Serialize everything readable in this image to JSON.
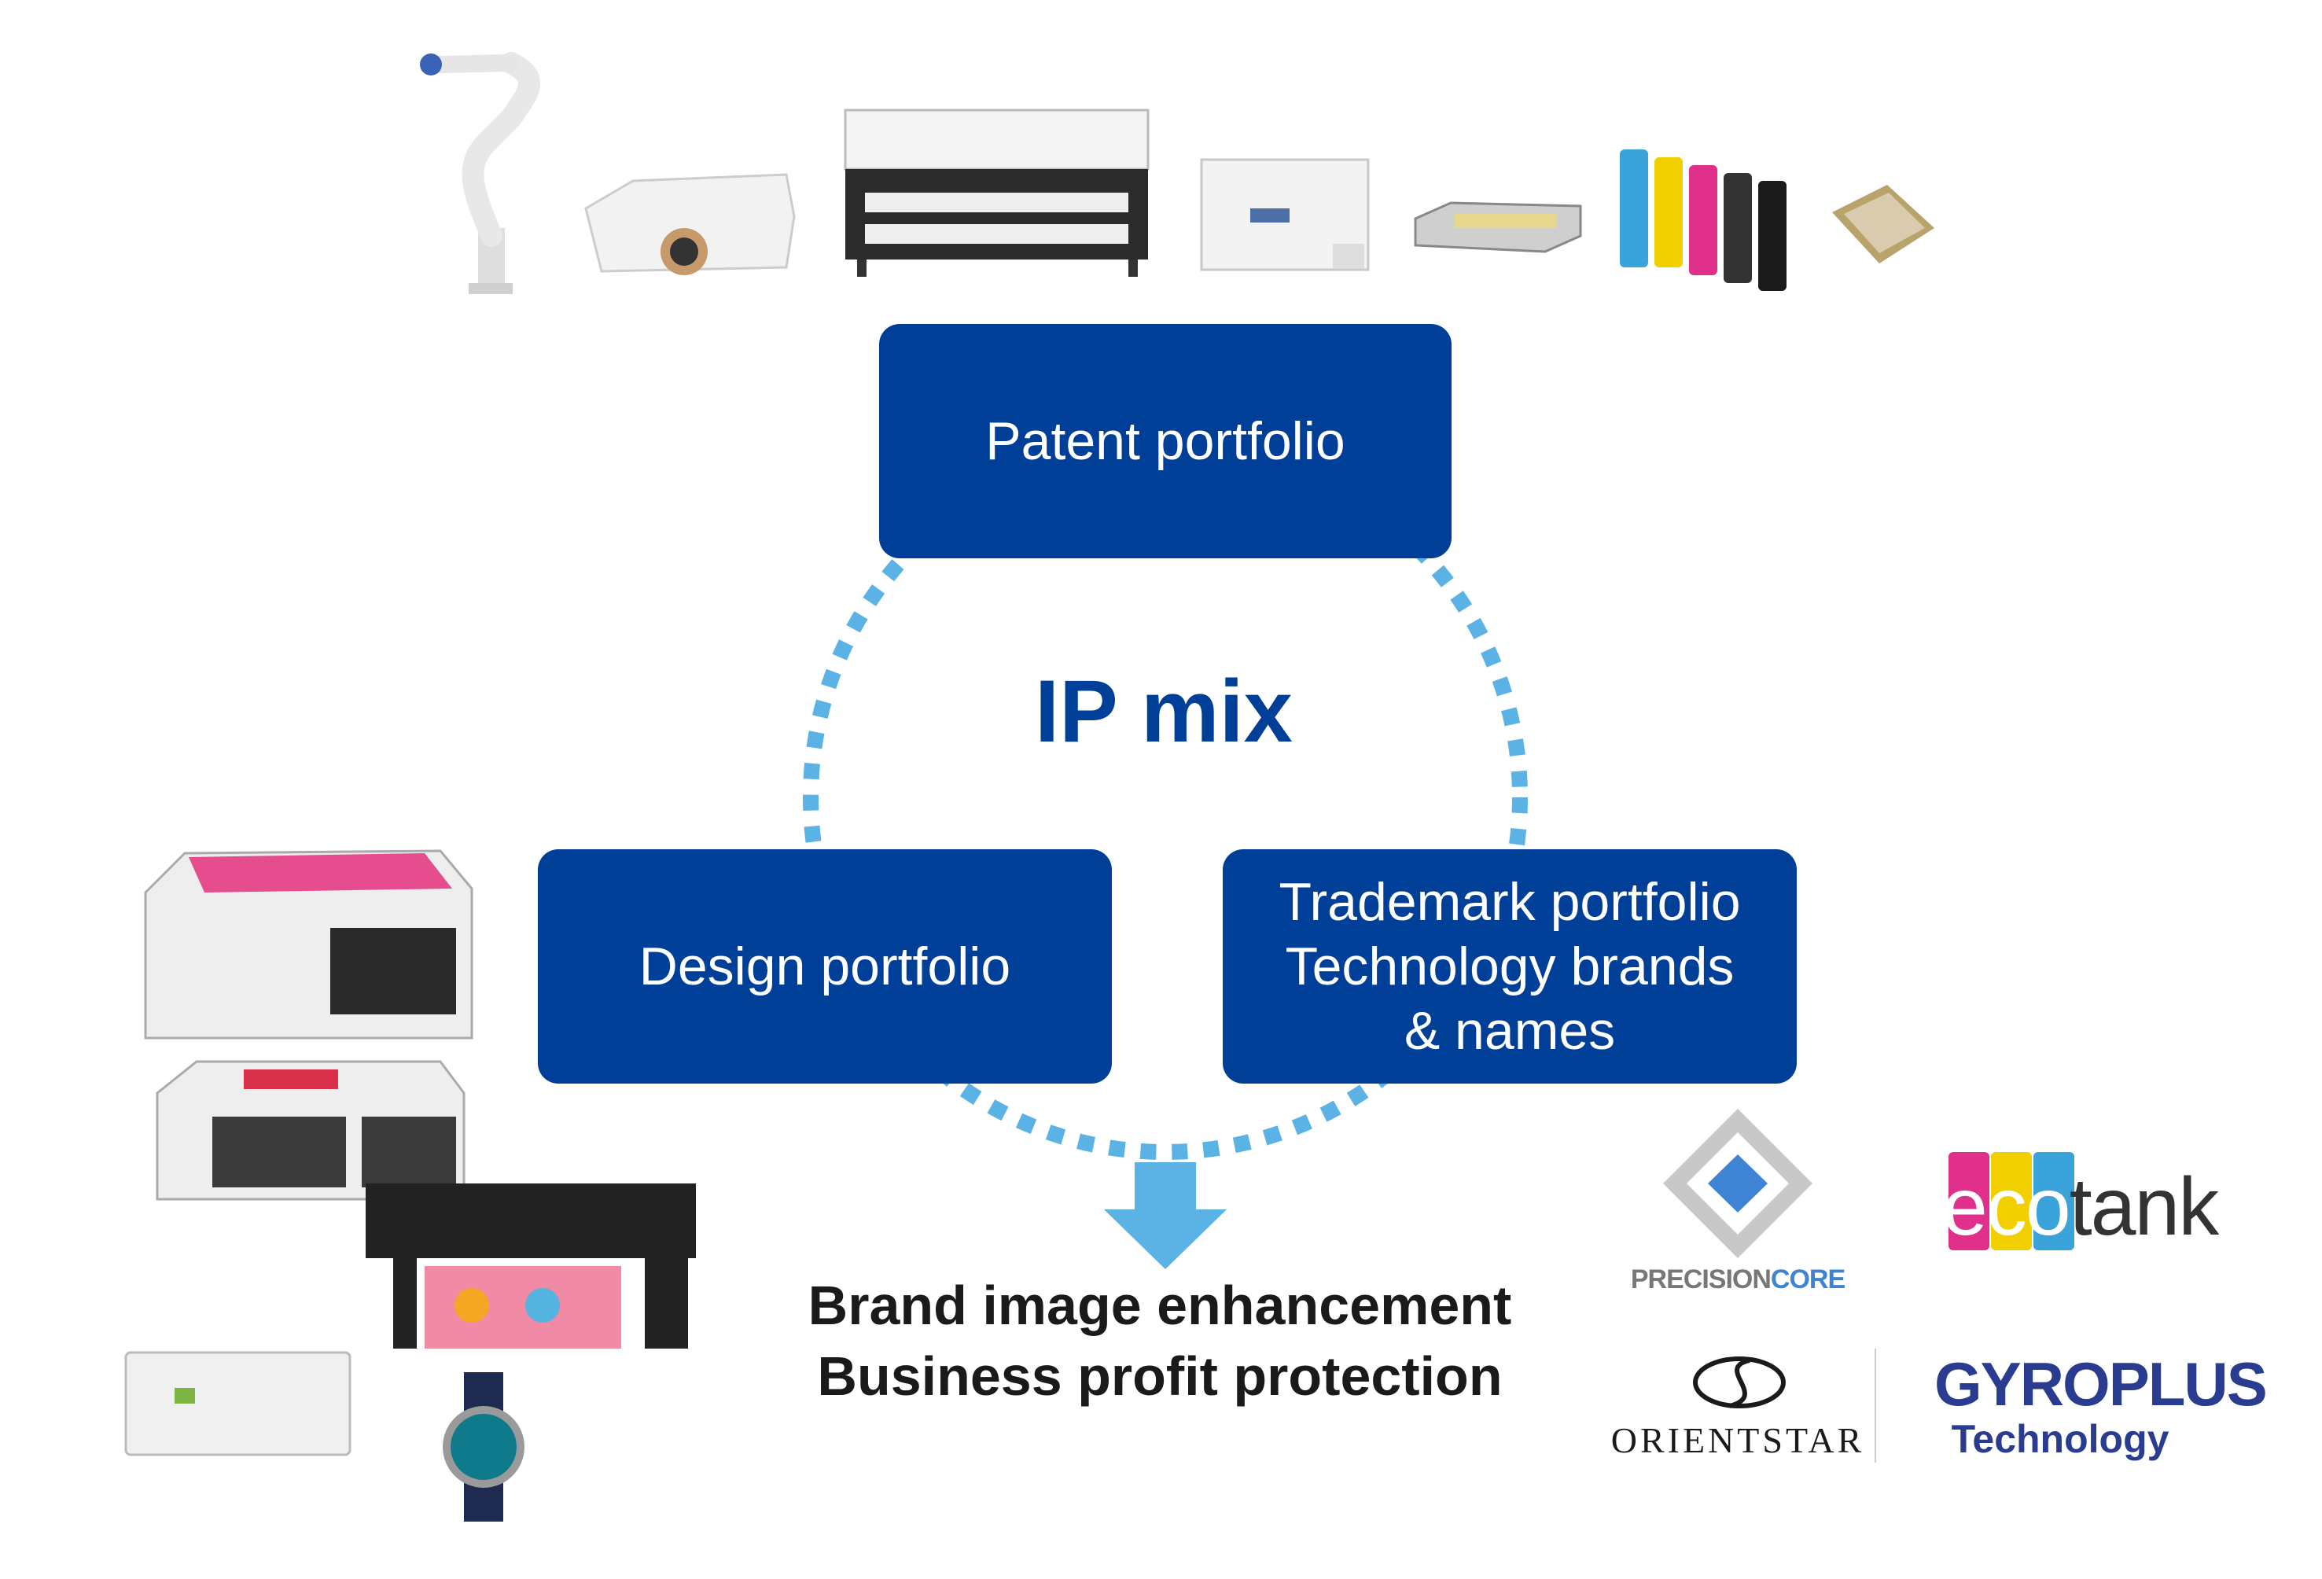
{
  "diagram": {
    "center_label": "IP mix",
    "nodes": {
      "patent": {
        "label": "Patent portfolio"
      },
      "design": {
        "label": "Design portfolio"
      },
      "trademark": {
        "lines": [
          "Trademark portfolio",
          "Technology brands",
          "& names"
        ]
      }
    },
    "outcome": {
      "lines": [
        "Brand image enhancement",
        "Business profit protection"
      ]
    }
  },
  "logos": {
    "precisioncore": {
      "part1": "PRECISION",
      "part2": "CORE"
    },
    "ecotank": {
      "part1": "eco",
      "part2": "tank"
    },
    "orientstar": {
      "text": "ORIENTSTAR"
    },
    "gyroplus": {
      "line1": "GYROPLUS",
      "line2": "Technology"
    }
  },
  "product_images": {
    "top_row": [
      "robot-arm-icon",
      "projector-icon",
      "large-format-printer-icon",
      "ink-tank-printer-icon",
      "print-head-icon",
      "ink-bottles-icon",
      "crystal-oscillator-icon"
    ],
    "left_column": [
      "large-format-printer-icon",
      "dual-roll-printer-icon",
      "wide-format-printer-icon",
      "compact-printer-icon",
      "wristwatch-icon"
    ]
  },
  "colors": {
    "box_fill": "#003f98",
    "dotted_circle": "#5ab3e4",
    "arrow": "#5ab3e4",
    "heading": "#003f98"
  }
}
